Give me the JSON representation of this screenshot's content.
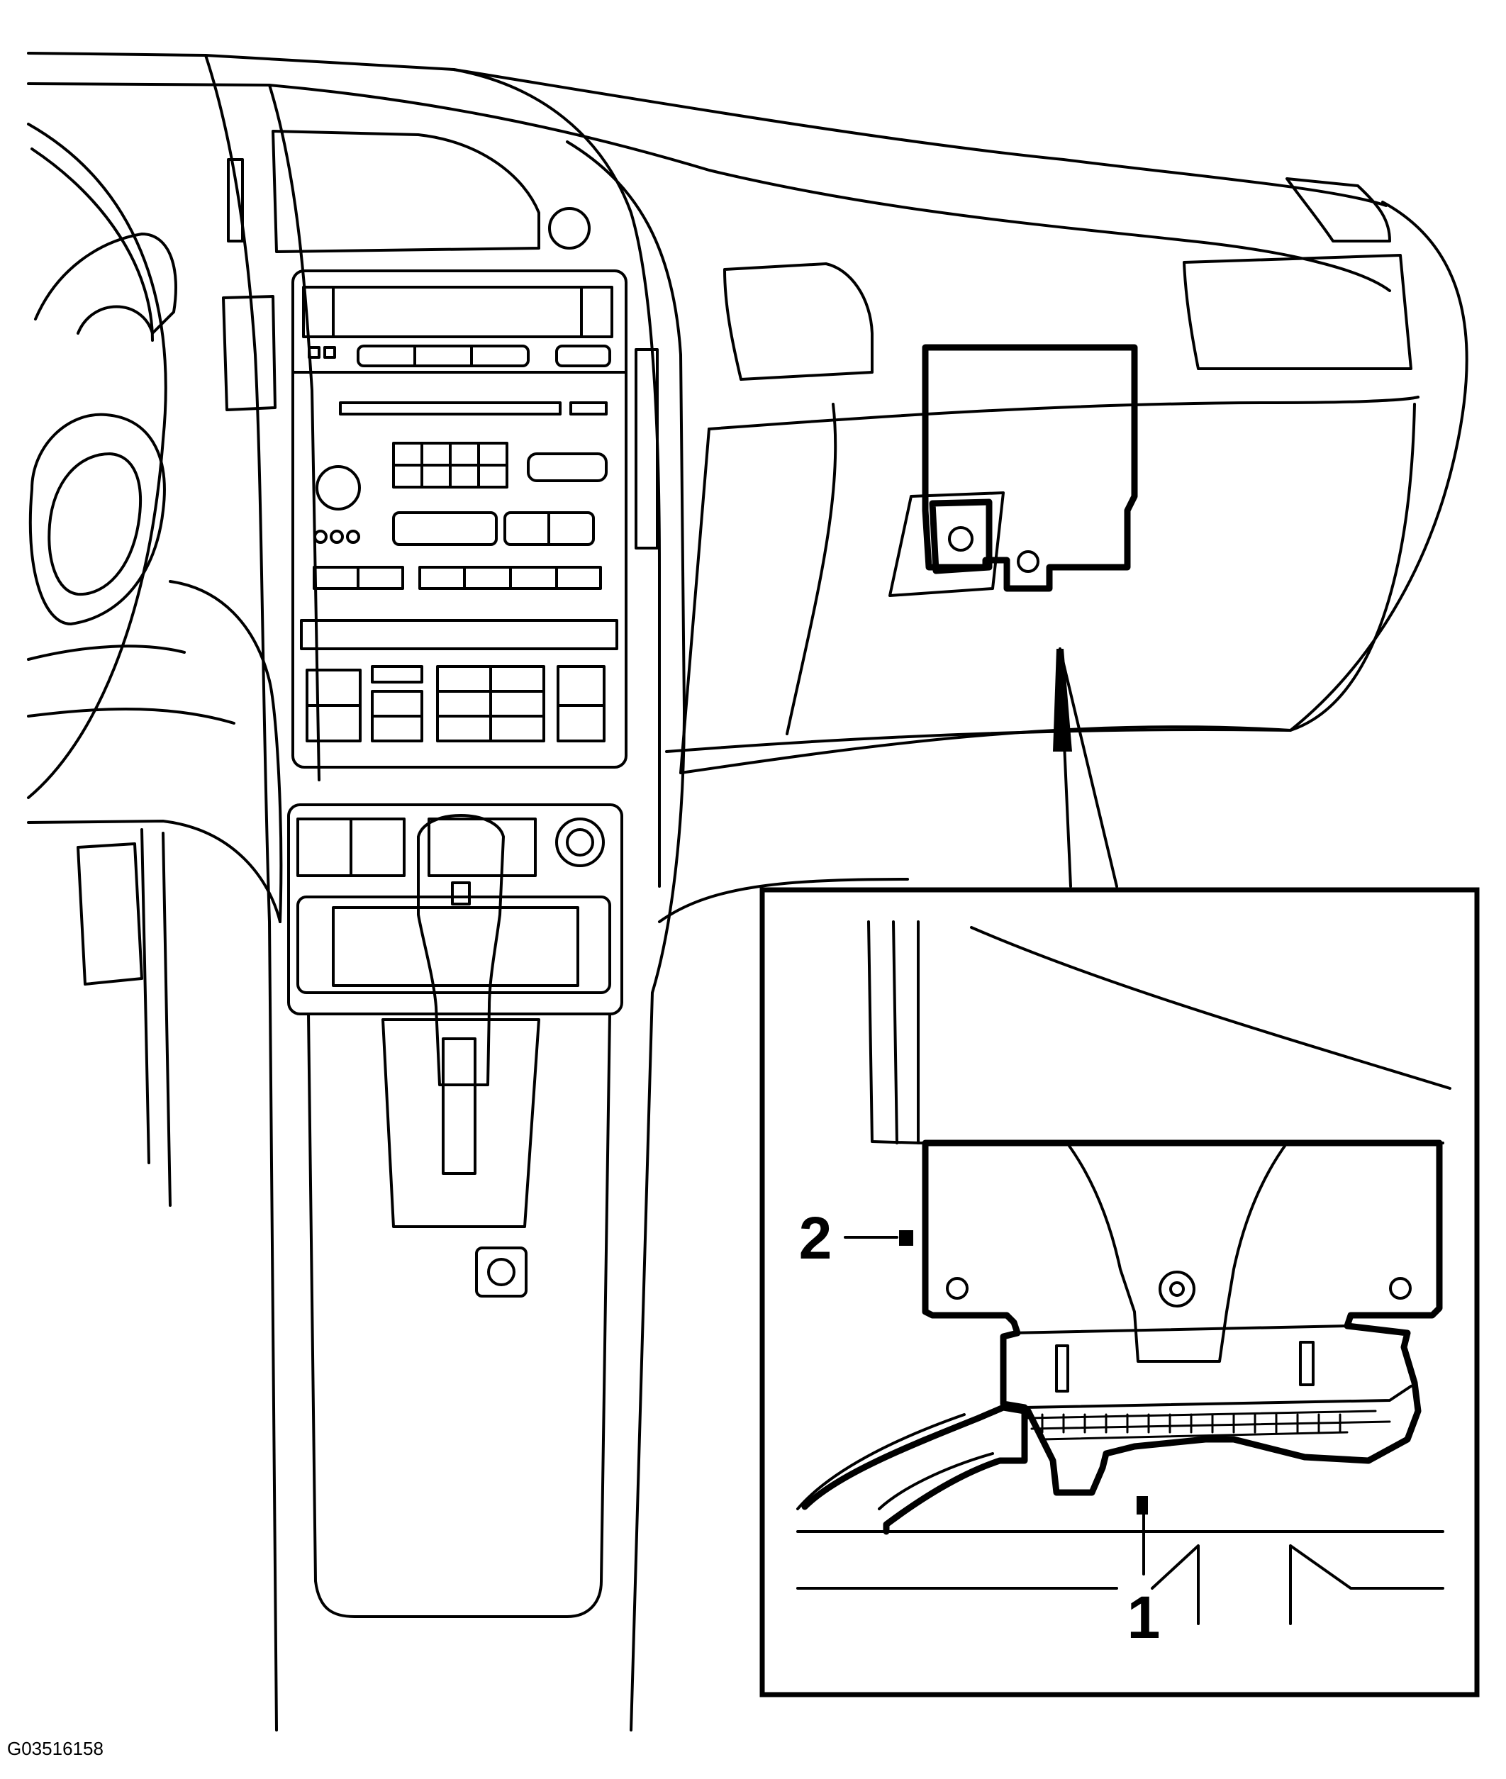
{
  "figure_id": "G03516158",
  "callouts": [
    {
      "number": "1"
    },
    {
      "number": "2"
    }
  ],
  "colors": {
    "line": "#000000",
    "background": "#ffffff"
  }
}
